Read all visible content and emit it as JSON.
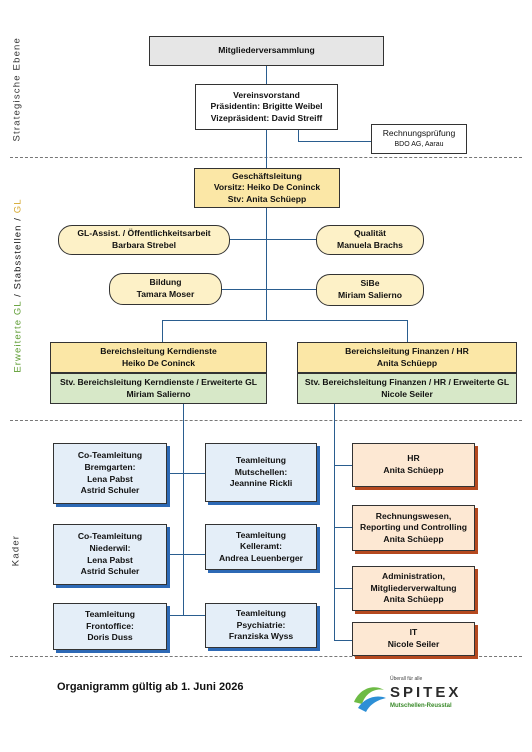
{
  "side_labels": {
    "strategic": "Strategische Ebene",
    "extended_gl_a": "Erweiterte GL",
    "slash1": " / ",
    "staff": "Stabsstellen",
    "slash2": " / ",
    "gl": "GL",
    "cadre": "Kader"
  },
  "colors": {
    "green_label": "#5a9a2e",
    "gold_label": "#d4a62a",
    "blue_shadow": "#2d69b5",
    "peach_shadow": "#b5491f"
  },
  "assembly": "Mitgliederversammlung",
  "board": {
    "title": "Vereinsvorstand",
    "line1": "Präsidentin:  Brigitte Weibel",
    "line2": "Vizepräsident:  David Streiff"
  },
  "audit": {
    "title": "Rechnungsprüfung",
    "sub": "BDO AG, Aarau"
  },
  "management": {
    "title": "Geschäftsleitung",
    "line1": "Vorsitz:   Heiko De Coninck",
    "line2": "Stv:  Anita Schüepp"
  },
  "staff": [
    {
      "l1": "GL-Assist. / Öffentlichkeitsarbeit",
      "l2": "Barbara Strebel"
    },
    {
      "l1": "Qualität",
      "l2": "Manuela Brachs"
    },
    {
      "l1": "Bildung",
      "l2": "Tamara Moser"
    },
    {
      "l1": "SiBe",
      "l2": "Miriam Salierno"
    }
  ],
  "division_left": {
    "title": "Bereichsleitung Kerndienste",
    "name": "Heiko De Coninck",
    "deputy_title": "Stv. Bereichsleitung Kerndienste / Erweiterte GL",
    "deputy_name": "Miriam Salierno"
  },
  "division_right": {
    "title": "Bereichsleitung Finanzen / HR",
    "name": "Anita Schüepp",
    "deputy_title": "Stv. Bereichsleitung Finanzen / HR / Erweiterte GL",
    "deputy_name": "Nicole Seiler"
  },
  "teams_left": [
    {
      "lines": [
        "Co-Teamleitung",
        "Bremgarten:",
        "Lena Pabst",
        "Astrid Schuler"
      ]
    },
    {
      "lines": [
        "Co-Teamleitung",
        "Niederwil:",
        "Lena Pabst",
        "Astrid Schuler"
      ]
    },
    {
      "lines": [
        "Teamleitung",
        "Frontoffice:",
        "Doris Duss"
      ]
    }
  ],
  "teams_mid": [
    {
      "lines": [
        "Teamleitung",
        "Mutschellen:",
        "Jeannine Rickli"
      ]
    },
    {
      "lines": [
        "Teamleitung",
        "Kelleramt:",
        "Andrea Leuenberger"
      ]
    },
    {
      "lines": [
        "Teamleitung",
        "Psychiatrie:",
        "Franziska Wyss"
      ]
    }
  ],
  "teams_right": [
    {
      "lines": [
        "HR",
        "Anita Schüepp"
      ]
    },
    {
      "lines": [
        "Rechnungswesen,",
        "Reporting und Controlling",
        "Anita Schüepp"
      ]
    },
    {
      "lines": [
        "Administration,",
        "Mitgliederverwaltung",
        "Anita Schüepp"
      ]
    },
    {
      "lines": [
        "IT",
        "Nicole Seiler"
      ]
    }
  ],
  "footer": "Organigramm gültig ab 1. Juni 2026",
  "logo": {
    "tagline": "Überall für alle",
    "brand": "SPITEX",
    "region": "Mutschellen-Reusstal"
  }
}
